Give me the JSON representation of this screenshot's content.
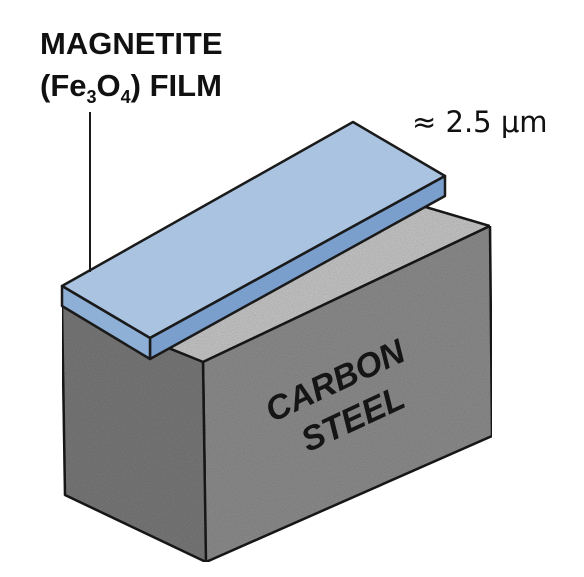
{
  "film_label": {
    "line1": "MAGNETITE",
    "line2_open": "(Fe",
    "line2_sub1": "3",
    "line2_mid": "O",
    "line2_sub2": "4",
    "line2_close": ") FILM"
  },
  "thickness_label": "≈ 2.5 μm",
  "substrate_label": {
    "line1": "CARBON",
    "line2": "STEEL"
  },
  "colors": {
    "film_top": "#a9c3e0",
    "film_front": "#7a9fcc",
    "film_side": "#8fb0d6",
    "steel_top": "#c8c8c8",
    "steel_front": "#8e8e8e",
    "steel_side": "#7a7a7a",
    "outline": "#1a1a1a"
  }
}
